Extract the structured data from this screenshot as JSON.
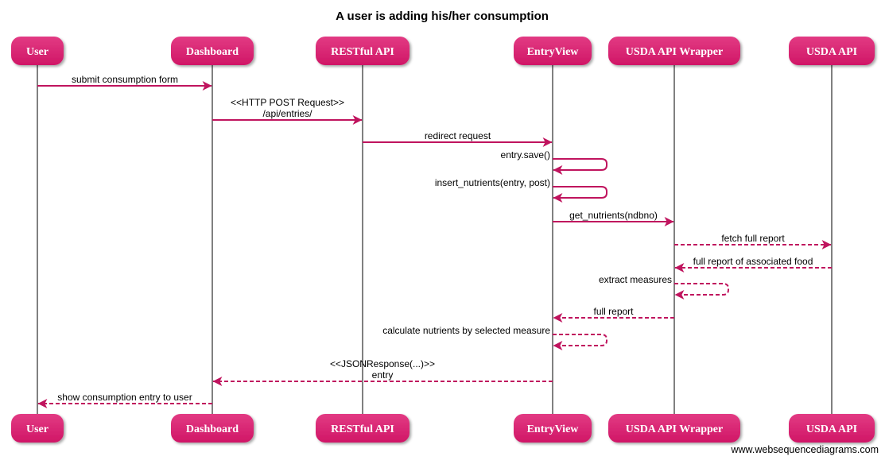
{
  "title": "A user is adding his/her consumption",
  "watermark": "www.websequencediagrams.com",
  "colors": {
    "actor_fill": "#d01666",
    "actor_fill_light": "#e23a83",
    "arrow": "#c0145e",
    "lifeline": "#000000"
  },
  "actors": [
    {
      "id": "user",
      "label": "User"
    },
    {
      "id": "dashboard",
      "label": "Dashboard"
    },
    {
      "id": "restful",
      "label": "RESTful API"
    },
    {
      "id": "entryview",
      "label": "EntryView"
    },
    {
      "id": "wrapper",
      "label": "USDA API Wrapper"
    },
    {
      "id": "usda",
      "label": "USDA API"
    }
  ],
  "messages": [
    {
      "from": "user",
      "to": "dashboard",
      "style": "solid",
      "lines": [
        "submit consumption form"
      ]
    },
    {
      "from": "dashboard",
      "to": "restful",
      "style": "solid",
      "lines": [
        "<<HTTP POST Request>>",
        "/api/entries/"
      ]
    },
    {
      "from": "restful",
      "to": "entryview",
      "style": "solid",
      "lines": [
        "redirect request"
      ]
    },
    {
      "from": "entryview",
      "to": "entryview",
      "style": "solid",
      "lines": [
        "entry.save()"
      ]
    },
    {
      "from": "entryview",
      "to": "entryview",
      "style": "solid",
      "lines": [
        "insert_nutrients(entry, post)"
      ]
    },
    {
      "from": "entryview",
      "to": "wrapper",
      "style": "solid",
      "lines": [
        "get_nutrients(ndbno)"
      ]
    },
    {
      "from": "wrapper",
      "to": "usda",
      "style": "dashed",
      "lines": [
        "fetch full report"
      ]
    },
    {
      "from": "usda",
      "to": "wrapper",
      "style": "dashed",
      "lines": [
        "full report of associated food"
      ]
    },
    {
      "from": "wrapper",
      "to": "wrapper",
      "style": "dashed",
      "lines": [
        "extract measures"
      ]
    },
    {
      "from": "wrapper",
      "to": "entryview",
      "style": "dashed",
      "lines": [
        "full report"
      ]
    },
    {
      "from": "entryview",
      "to": "entryview",
      "style": "dashed",
      "lines": [
        "calculate nutrients by selected measure"
      ]
    },
    {
      "from": "entryview",
      "to": "dashboard",
      "style": "dashed",
      "lines": [
        "<<JSONResponse(...)>>",
        "entry"
      ]
    },
    {
      "from": "dashboard",
      "to": "user",
      "style": "dashed",
      "lines": [
        "show consumption entry to user"
      ]
    }
  ]
}
